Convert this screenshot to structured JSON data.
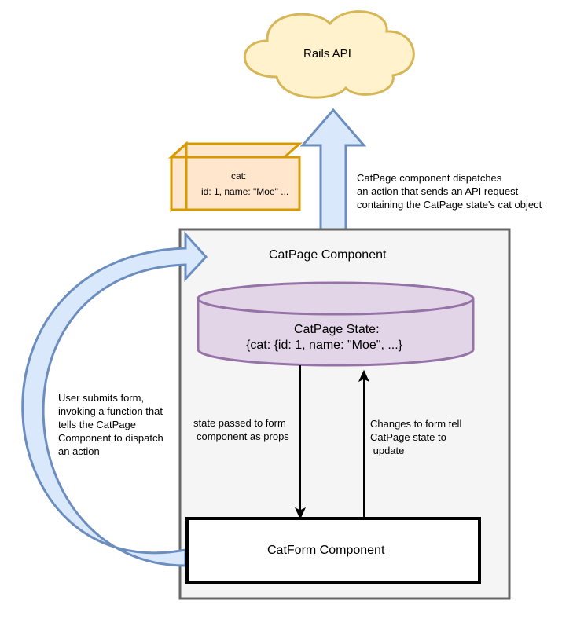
{
  "diagram": {
    "rails_api": {
      "label": "Rails API"
    },
    "payload": {
      "line1": "cat:",
      "line2": "id: 1, name: \"Moe\" ..."
    },
    "dispatch_note": {
      "line1": "CatPage component dispatches",
      "line2": "an action that sends an API request",
      "line3": "containing the CatPage state's cat object"
    },
    "catpage_component": {
      "label": "CatPage Component"
    },
    "catpage_state": {
      "line1": "CatPage State:",
      "line2": "{cat: {id: 1, name: \"Moe\", ...}"
    },
    "submit_note": {
      "line1": "User submits form,",
      "line2": "invoking a function that",
      "line3": "tells the CatPage",
      "line4": "Component to dispatch",
      "line5": "an action"
    },
    "props_note": {
      "line1": "state passed to form",
      "line2": "component as props"
    },
    "update_note": {
      "line1": "Changes to form tell",
      "line2": "CatPage state to",
      "line3": " update"
    },
    "catform_component": {
      "label": "CatForm Component"
    },
    "colors": {
      "cloud_fill": "#fff2cc",
      "cloud_stroke": "#d6b656",
      "payload_fill": "#ffe6cc",
      "payload_stroke": "#d79b00",
      "arrow_fill": "#dae8fc",
      "arrow_stroke": "#6c8ebf",
      "container_fill": "#f5f5f5",
      "container_stroke": "#666666",
      "state_fill": "#e1d5e7",
      "state_stroke": "#9673a6"
    }
  }
}
